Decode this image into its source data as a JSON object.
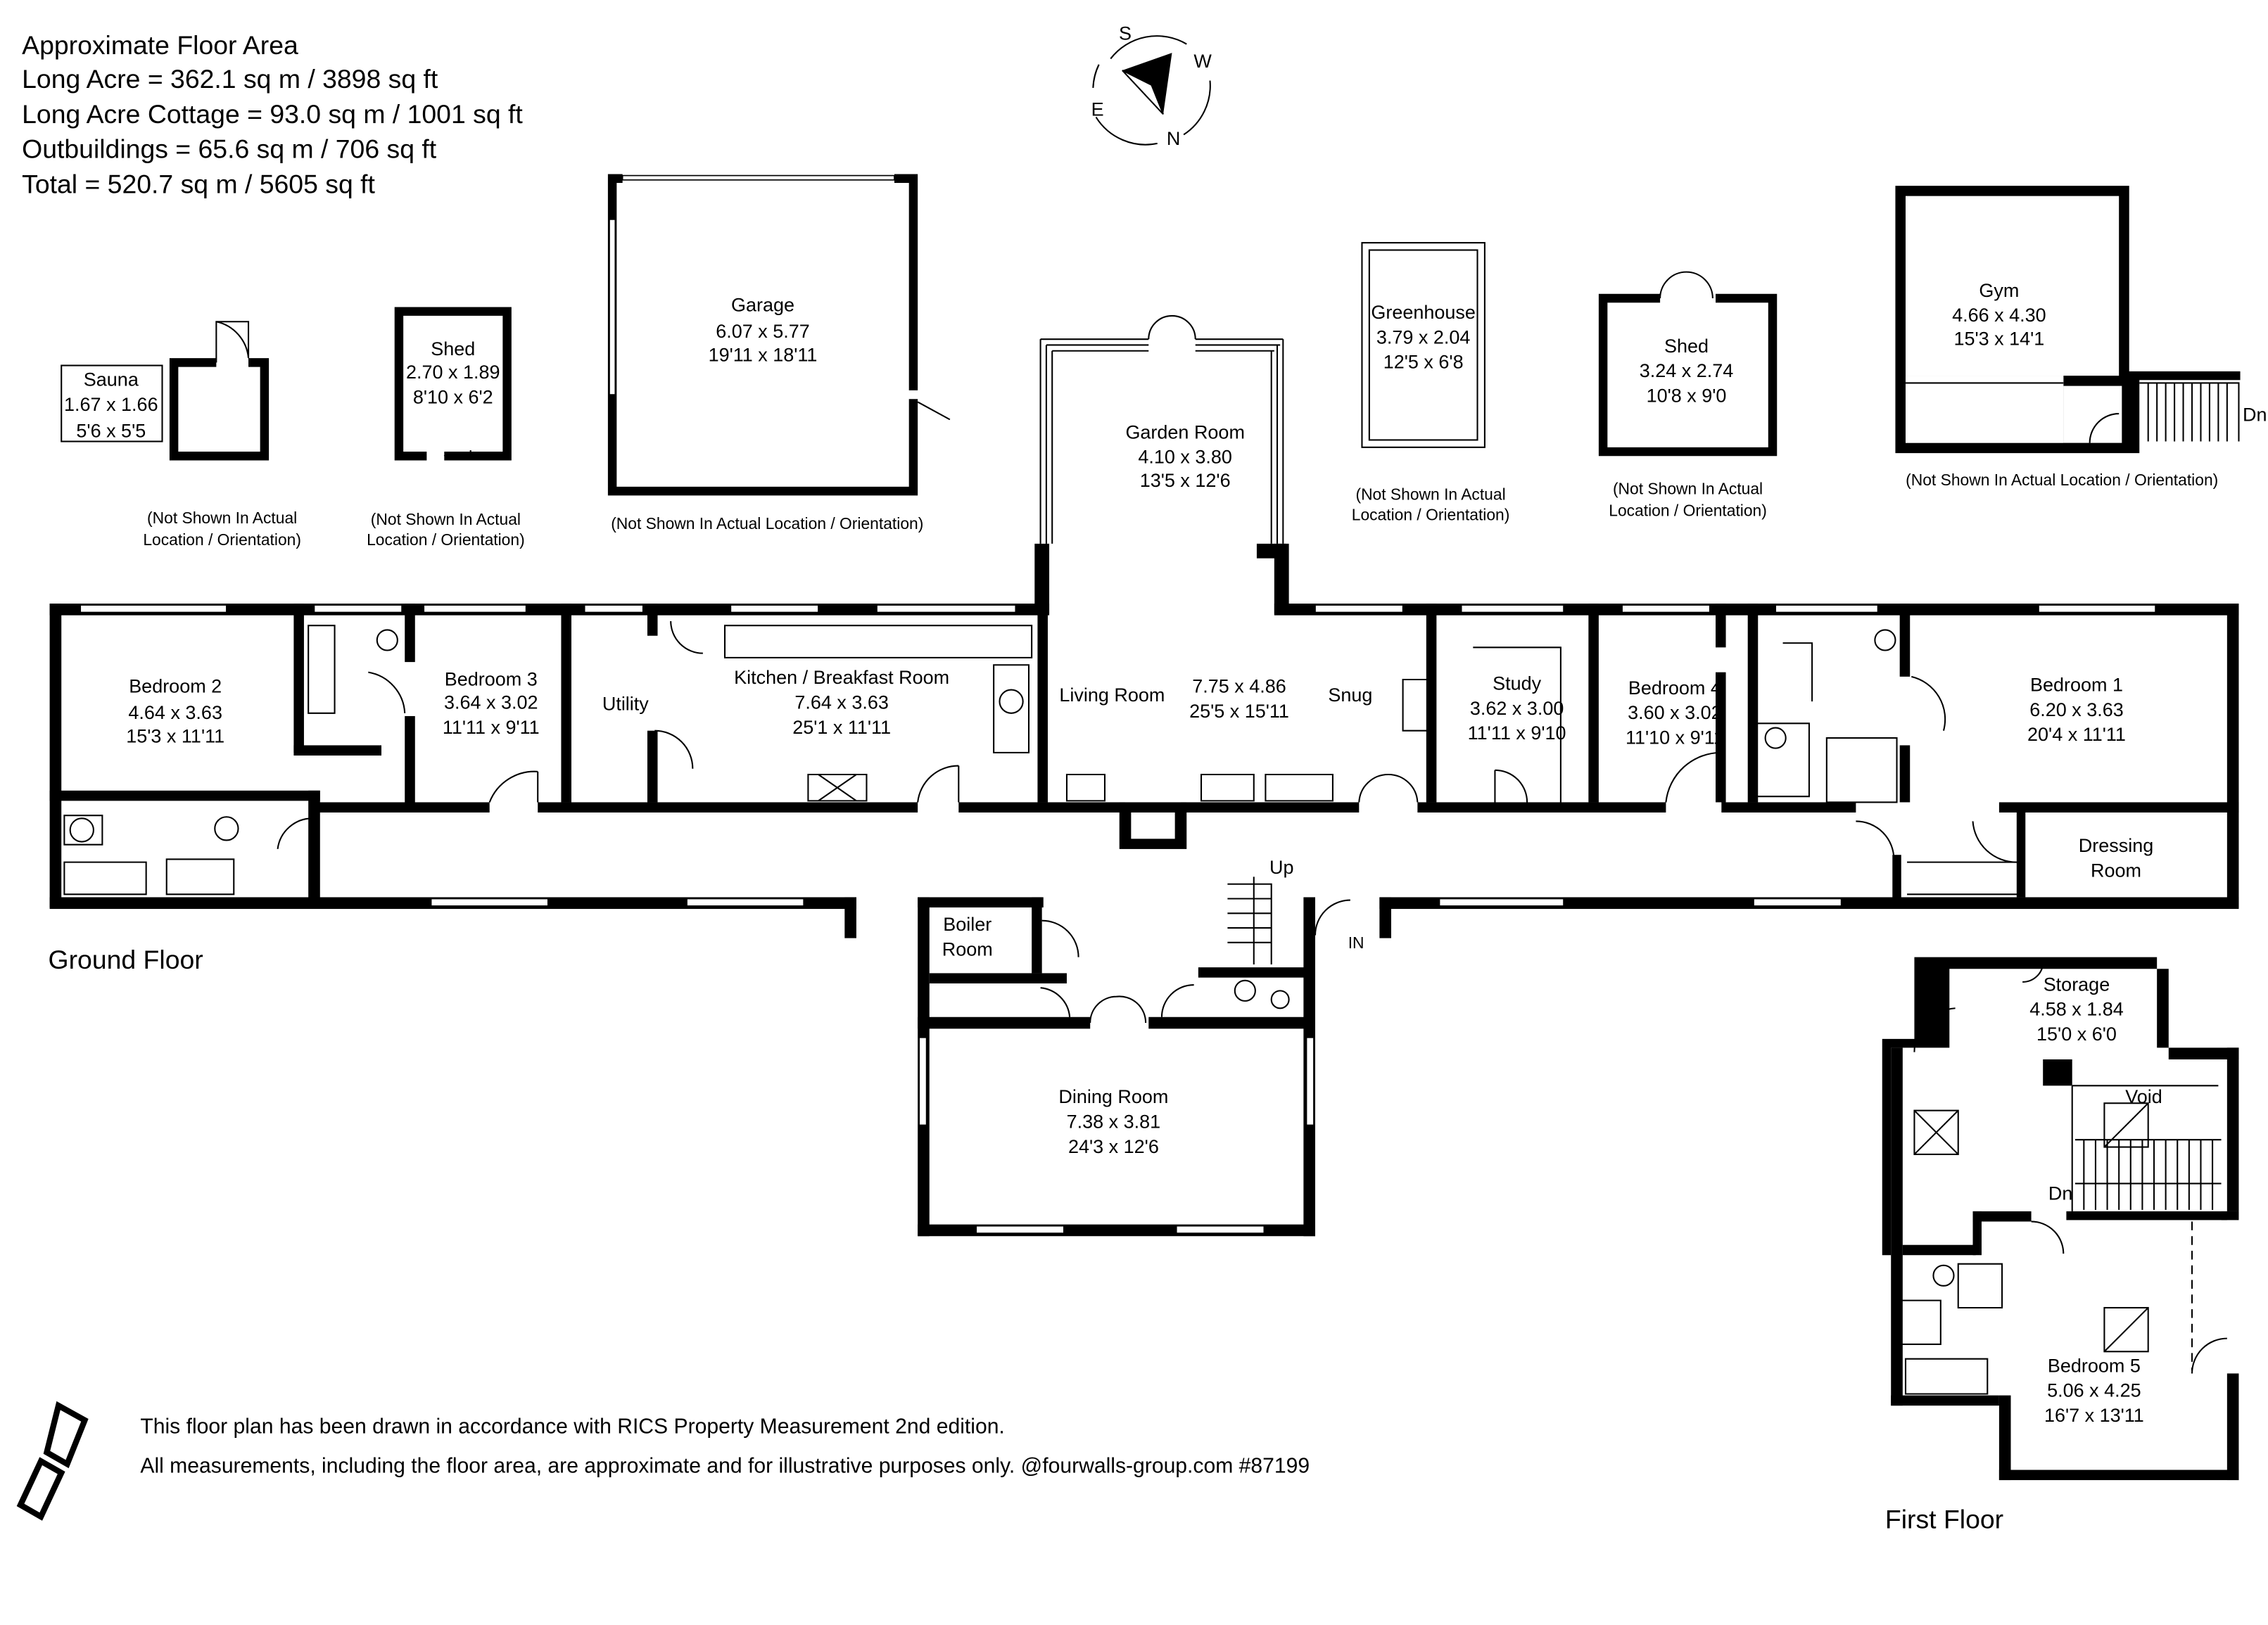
{
  "area_summary": {
    "title": "Approximate Floor Area",
    "lines": [
      "Long Acre = 362.1 sq m / 3898 sq ft",
      "Long Acre Cottage  = 93.0 sq m / 1001 sq ft",
      "Outbuildings = 65.6 sq m / 706 sq ft",
      "Total = 520.7 sq m / 5605 sq ft"
    ]
  },
  "compass": {
    "s": "S",
    "w": "W",
    "e": "E",
    "n": "N"
  },
  "outbuildings": {
    "note": "(Not Shown In Actual Location / Orientation)",
    "note_line1": "(Not Shown In Actual",
    "note_line2": "Location / Orientation)",
    "sauna": {
      "name": "Sauna",
      "metric": "1.67 x 1.66",
      "imperial": "5'6 x 5'5"
    },
    "shed_small": {
      "name": "Shed",
      "metric": "2.70 x 1.89",
      "imperial": "8'10 x 6'2"
    },
    "garage": {
      "name": "Garage",
      "metric": "6.07 x 5.77",
      "imperial": "19'11 x 18'11"
    },
    "greenhouse": {
      "name": "Greenhouse",
      "metric": "3.79 x 2.04",
      "imperial": "12'5 x 6'8"
    },
    "shed_large": {
      "name": "Shed",
      "metric": "3.24 x 2.74",
      "imperial": "10'8 x 9'0"
    },
    "gym": {
      "name": "Gym",
      "metric": "4.66 x 4.30",
      "imperial": "15'3 x 14'1",
      "stairs": "Dn"
    }
  },
  "ground_floor": {
    "title": "Ground Floor",
    "garden_room": {
      "name": "Garden Room",
      "metric": "4.10 x 3.80",
      "imperial": "13'5 x 12'6"
    },
    "bedroom2": {
      "name": "Bedroom 2",
      "metric": "4.64 x 3.63",
      "imperial": "15'3 x 11'11"
    },
    "bedroom3": {
      "name": "Bedroom 3",
      "metric": "3.64 x 3.02",
      "imperial": "11'11 x 9'11"
    },
    "utility": {
      "name": "Utility"
    },
    "kitchen": {
      "name": "Kitchen / Breakfast Room",
      "metric": "7.64 x 3.63",
      "imperial": "25'1 x 11'11"
    },
    "living": {
      "name": "Living Room",
      "metric": "7.75 x 4.86",
      "imperial": "25'5 x 15'11",
      "snug": "Snug"
    },
    "study": {
      "name": "Study",
      "metric": "3.62 x 3.00",
      "imperial": "11'11 x 9'10"
    },
    "bedroom4": {
      "name": "Bedroom 4",
      "metric": "3.60 x 3.02",
      "imperial": "11'10 x 9'11"
    },
    "bedroom1": {
      "name": "Bedroom 1",
      "metric": "6.20 x 3.63",
      "imperial": "20'4 x 11'11"
    },
    "dressing": {
      "line1": "Dressing",
      "line2": "Room"
    },
    "boiler": {
      "line1": "Boiler",
      "line2": "Room"
    },
    "dining": {
      "name": "Dining Room",
      "metric": "7.38 x 3.81",
      "imperial": "24'3 x 12'6"
    },
    "up": "Up",
    "entrance": "IN"
  },
  "first_floor": {
    "title": "First Floor",
    "storage": {
      "name": "Storage",
      "metric": "4.58 x 1.84",
      "imperial": "15'0 x 6'0"
    },
    "void": "Void",
    "down": "Dn",
    "bedroom5": {
      "name": "Bedroom 5",
      "metric": "5.06 x 4.25",
      "imperial": "16'7 x 13'11"
    }
  },
  "footer": {
    "line1": "This floor plan has been drawn in accordance with RICS Property Measurement 2nd edition.",
    "line2": "All measurements, including the floor area, are approximate and for illustrative purposes only. @fourwalls-group.com #87199"
  }
}
